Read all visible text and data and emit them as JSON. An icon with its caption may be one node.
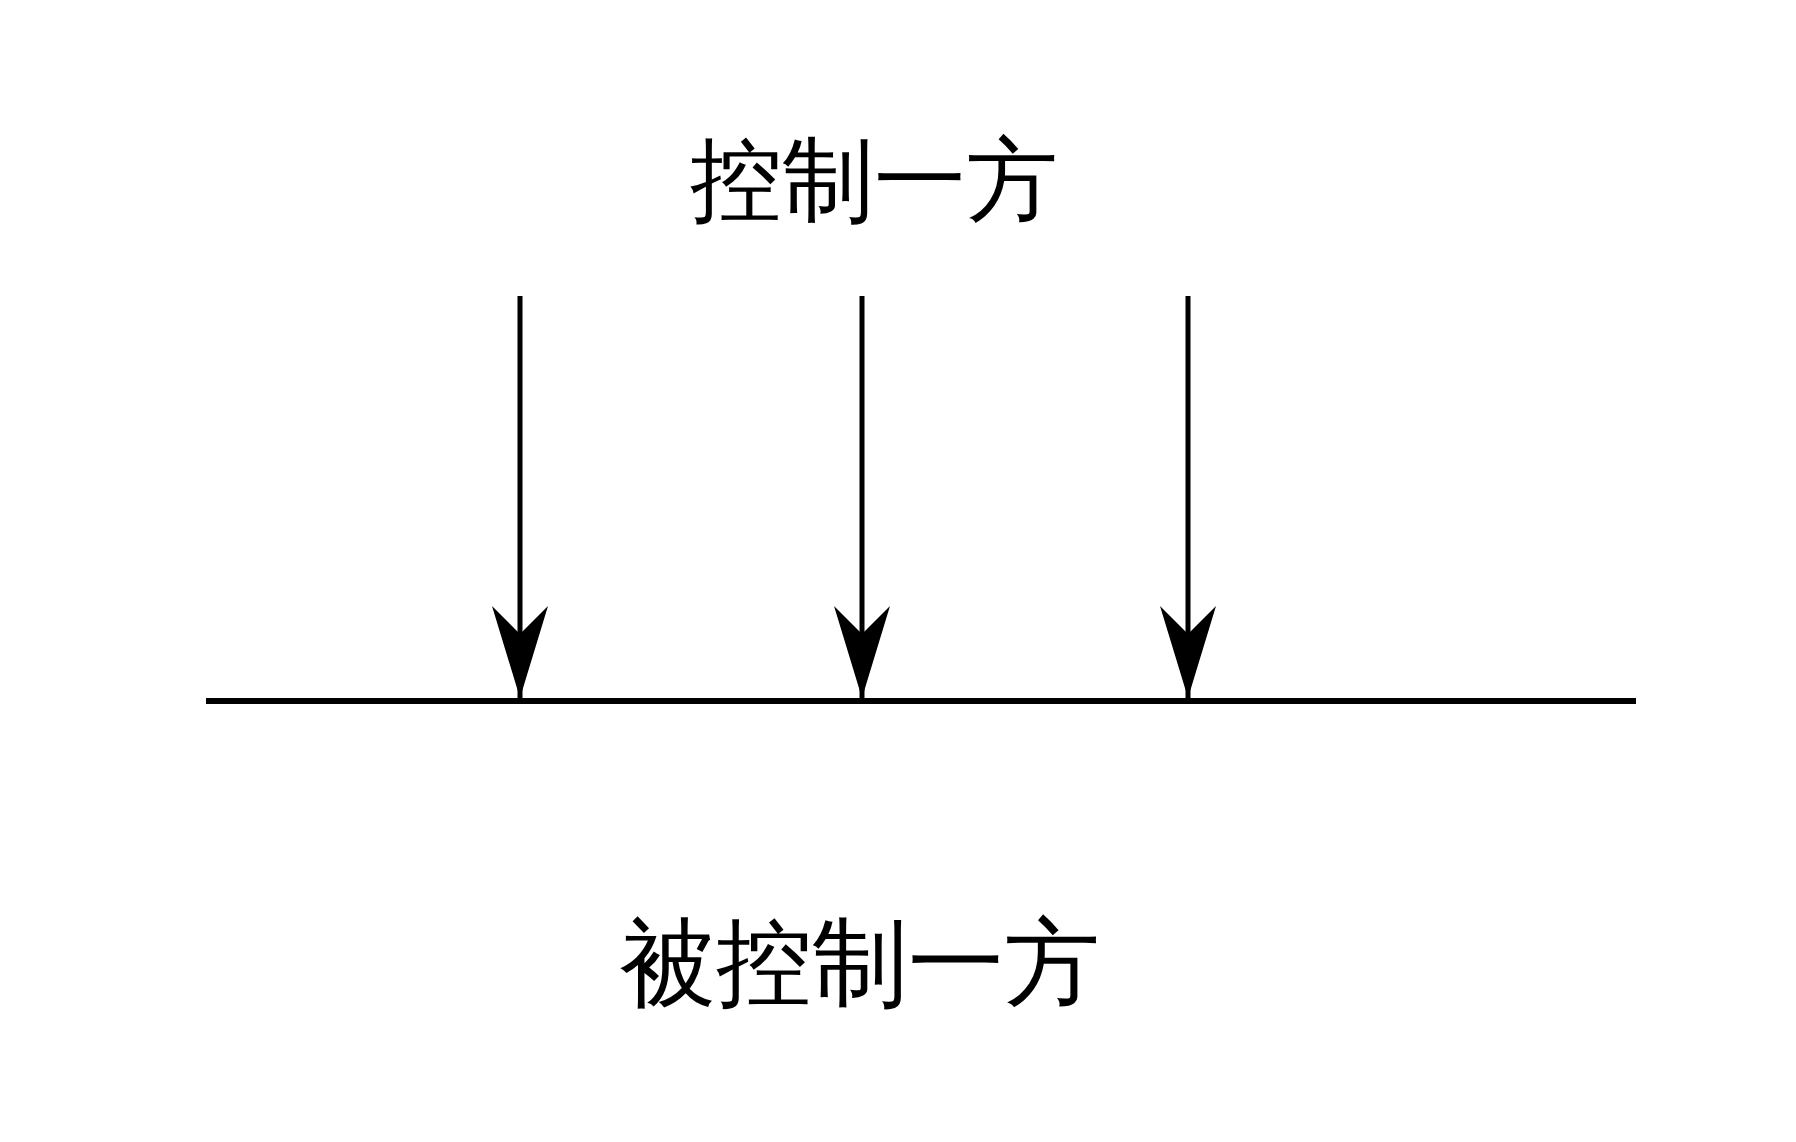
{
  "diagram": {
    "nodes": [
      {
        "text": [
          "控制一方"
        ]
      },
      {
        "text": [],
        "shape": "bar"
      }
    ],
    "edges": [
      {
        "from": null,
        "to": 1,
        "arrow": "to"
      },
      {
        "from": null,
        "to": 1,
        "arrow": "to"
      },
      {
        "from": null,
        "to": 1,
        "arrow": "to"
      }
    ],
    "labels": [
      "被控制一方"
    ]
  }
}
